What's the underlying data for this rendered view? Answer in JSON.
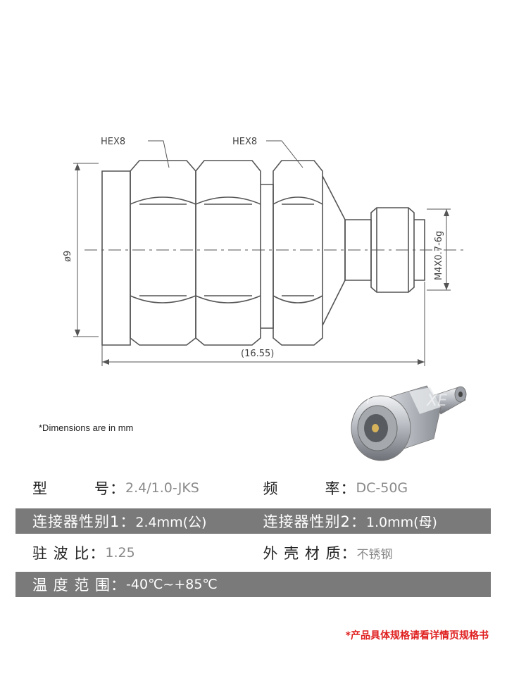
{
  "drawing": {
    "hex_label_1": "HEX8",
    "hex_label_2": "HEX8",
    "diameter_label": "ø9",
    "length_label": "(16.55)",
    "thread_label": "M4X0.7-6g"
  },
  "note": "*Dimensions are in mm",
  "specs": {
    "model_label": "型　　　号：",
    "model_value": "2.4/1.0-JKS",
    "freq_label": "频　　　率：",
    "freq_value": "DC-50G",
    "gender1_label": "连接器性别1：",
    "gender1_value": "2.4mm(公)",
    "gender2_label": "连接器性别2：",
    "gender2_value": "1.0mm(母)",
    "vswr_label": "驻 波 比：",
    "vswr_value": "1.25",
    "material_label": "外 壳 材 质：",
    "material_value": "不锈钢",
    "temp_label": "温 度 范 围：",
    "temp_value": "-40℃~+85℃"
  },
  "footer_note": "*产品具体规格请看详情页规格书",
  "colors": {
    "row_dark": "#7a7a7a",
    "footer_red": "#e02020",
    "line": "#555555"
  }
}
